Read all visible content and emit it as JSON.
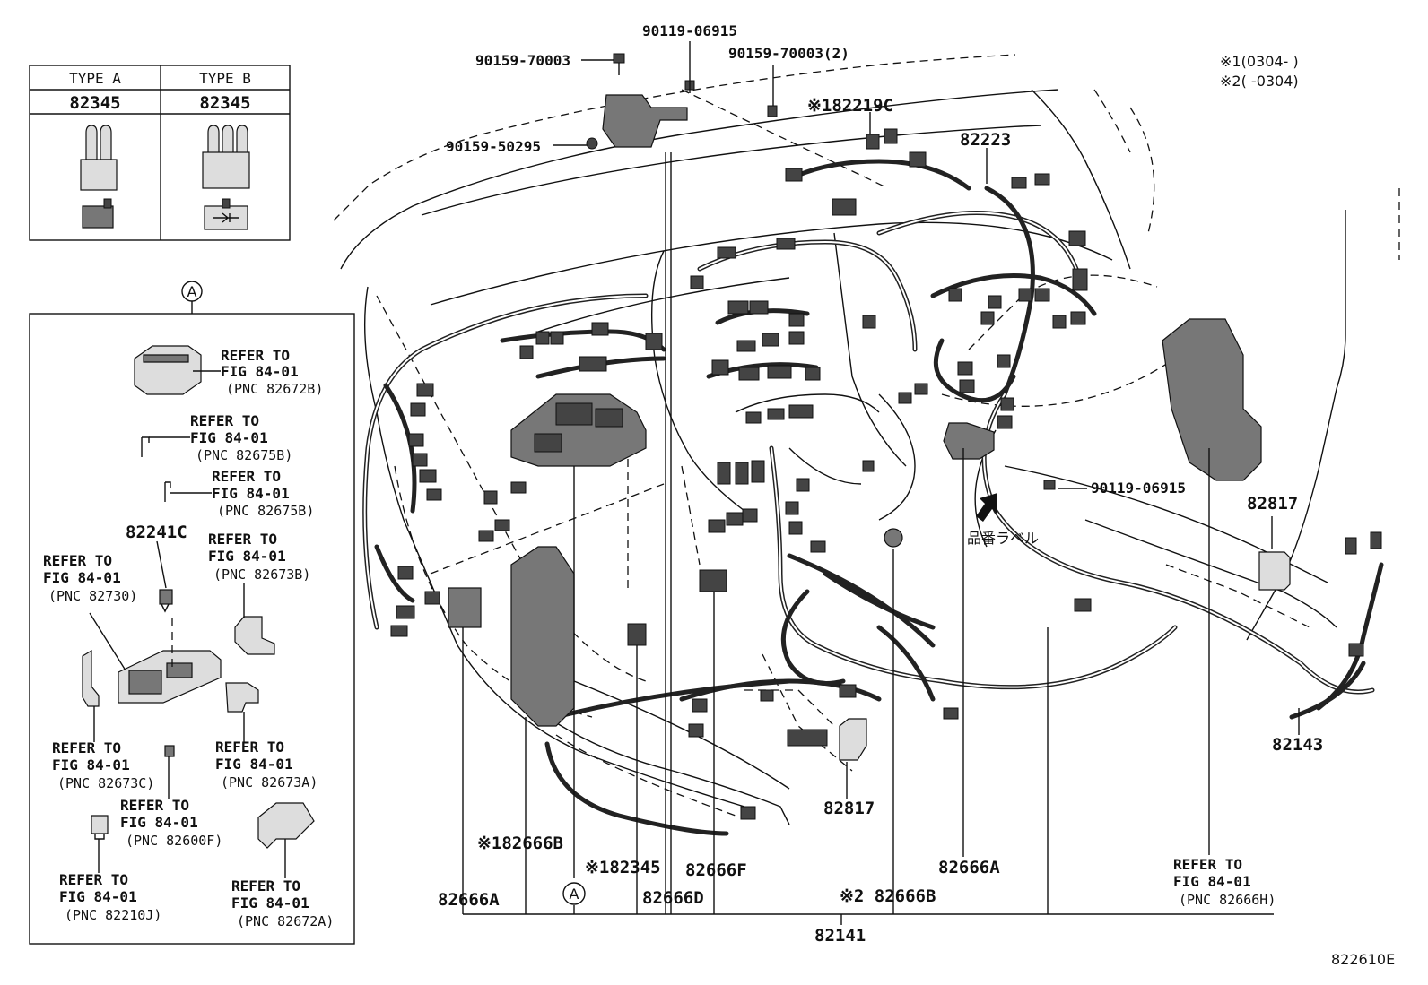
{
  "type_table": {
    "type_a": {
      "header": "TYPE A",
      "part": "82345"
    },
    "type_b": {
      "header": "TYPE B",
      "part": "82345"
    }
  },
  "notes": {
    "note1": "※1(0304-    )",
    "note2": "※2(    -0304)"
  },
  "inset": {
    "marker": "A",
    "refs": [
      {
        "l1": "REFER TO",
        "l2": "FIG 84-01",
        "l3": "(PNC 82672B)"
      },
      {
        "l1": "REFER TO",
        "l2": "FIG 84-01",
        "l3": "(PNC 82675B)"
      },
      {
        "l1": "REFER TO",
        "l2": "FIG 84-01",
        "l3": "(PNC 82675B)"
      },
      {
        "l1": "REFER TO",
        "l2": "FIG 84-01",
        "l3": "(PNC 82673B)"
      },
      {
        "l1": "REFER TO",
        "l2": "FIG 84-01",
        "l3": "(PNC 82730)"
      },
      {
        "l1": "REFER TO",
        "l2": "FIG 84-01",
        "l3": "(PNC 82673C)"
      },
      {
        "l1": "REFER TO",
        "l2": "FIG 84-01",
        "l3": "(PNC 82673A)"
      },
      {
        "l1": "REFER TO",
        "l2": "FIG 84-01",
        "l3": "(PNC 82600F)"
      },
      {
        "l1": "REFER TO",
        "l2": "FIG 84-01",
        "l3": "(PNC 82210J)"
      },
      {
        "l1": "REFER TO",
        "l2": "FIG 84-01",
        "l3": "(PNC 82672A)"
      }
    ],
    "part_82241c": "82241C"
  },
  "callouts": {
    "p90119_06915_top": "90119-06915",
    "p90159_70003": "90159-70003",
    "p90159_70003_2": "90159-70003(2)",
    "p90159_50295": "90159-50295",
    "p82219c": "※182219C",
    "p82223": "82223",
    "p90119_06915_right": "90119-06915",
    "label_jp": "品番ラベル",
    "p82817_right": "82817",
    "p82817_mid": "82817",
    "p82143": "82143",
    "p82666b_1": "※182666B",
    "p82345": "※182345",
    "p82666f": "82666F",
    "p82666a_mid": "82666A",
    "p82666a_left": "82666A",
    "marker_a": "A",
    "p82666d": "82666D",
    "p82666b_2": "※2 82666B",
    "p82141": "82141",
    "refer_right": {
      "l1": "REFER TO",
      "l2": "FIG 84-01",
      "l3": "(PNC 82666H)"
    },
    "figure_id": "822610E"
  }
}
